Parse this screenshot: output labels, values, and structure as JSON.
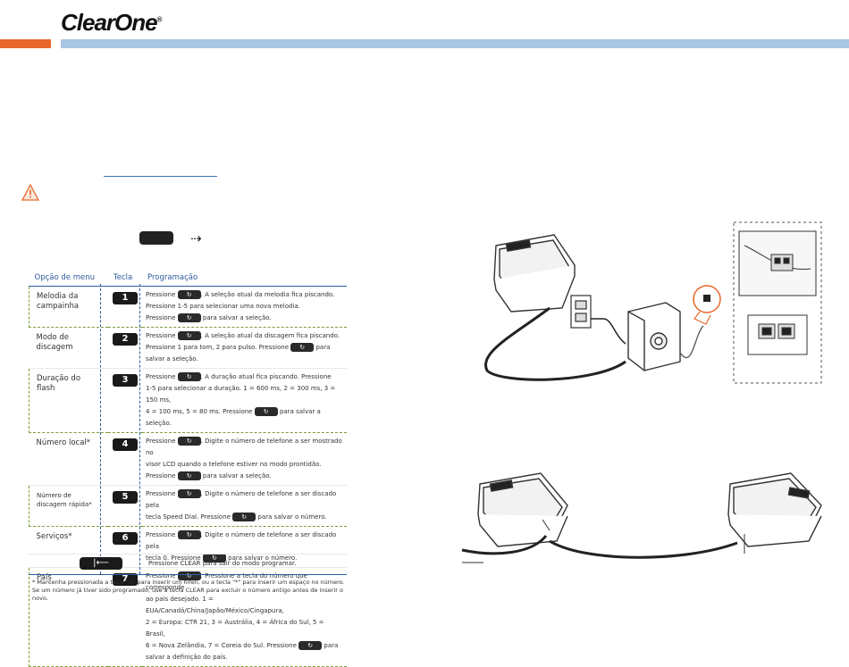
{
  "brand": {
    "logo_text": "ClearOne",
    "logo_mark": "®"
  },
  "colors": {
    "accent_orange": "#e8672a",
    "header_blue": "#a9c6e4",
    "table_blue": "#2e5c9e",
    "box_green": "#7a9d3a"
  },
  "table": {
    "headers": [
      "Opção de menu",
      "Tecla",
      "Programação"
    ],
    "rows": [
      {
        "option": "Melodia da campainha",
        "key": "1",
        "p1": "Pressione",
        "p1b": ". A seleção atual da melodia fica piscando.",
        "p2": "Pressione 1-5 para selecionar uma nova melodia.",
        "p3": "Pressione",
        "p3b": "para salvar a seleção."
      },
      {
        "option": "Modo de discagem",
        "key": "2",
        "p1": "Pressione",
        "p1b": ". A seleção atual da discagem fica piscando.",
        "p2": "Pressione 1 para tom, 2 para pulso. Pressione",
        "p2b": "para",
        "p3": "salvar a seleção."
      },
      {
        "option": "Duração do flash",
        "key": "3",
        "p1": "Pressione",
        "p1b": ". A duração atual fica piscando. Pressione",
        "p2": "1-5 para selecionar a duração. 1 = 600 ms, 2 = 300 ms, 3 = 150 ms,",
        "p3": "4 = 100 ms, 5 = 80 ms. Pressione",
        "p3b": "para salvar a seleção."
      },
      {
        "option": "Número local*",
        "key": "4",
        "p1": "Pressione",
        "p1b": ". Digite o número de telefone a ser mostrado no",
        "p2": "visor LCD quando o telefone estiver no modo prontidão.",
        "p3": "Pressione",
        "p3b": "para salvar a seleção."
      },
      {
        "option": "Número de discagem rápida*",
        "key": "5",
        "p1": "Pressione",
        "p1b": ". Digite o número de telefone a ser discado pela",
        "p2": "tecla Speed Dial. Pressione",
        "p2b": "para salvar o número."
      },
      {
        "option": "Serviços*",
        "key": "6",
        "p1": "Pressione",
        "p1b": ". Digite o número de telefone a ser discado pela",
        "p2": "tecla 0. Pressione",
        "p2b": "para salvar o número."
      },
      {
        "option": "País",
        "key": "7",
        "p1": "Pressione",
        "p1b": ". Pressione a tecla do número que corresponde",
        "p2": "ao país desejado. 1 = EUA/Canadá/China/Japão/México/Cingapura,",
        "p3": "2 = Europa: CTR 21, 3 = Austrália, 4 = África do Sul, 5 = Brasil,",
        "p4": "6 = Nova Zelândia, 7 = Coreia do Sul. Pressione",
        "p4b": "para",
        "p5": "salvar a definição do país."
      }
    ],
    "clear_text": "Pressione CLEAR para sair do modo programar."
  },
  "footnote": "* Mantenha pressionada a tecla \"1\" para inserir um hífen, ou a tecla \"*\" para inserir um espaço no número. Se um número já tiver sido programado, use a tecla CLEAR para excluir o número antigo antes de inserir o novo."
}
